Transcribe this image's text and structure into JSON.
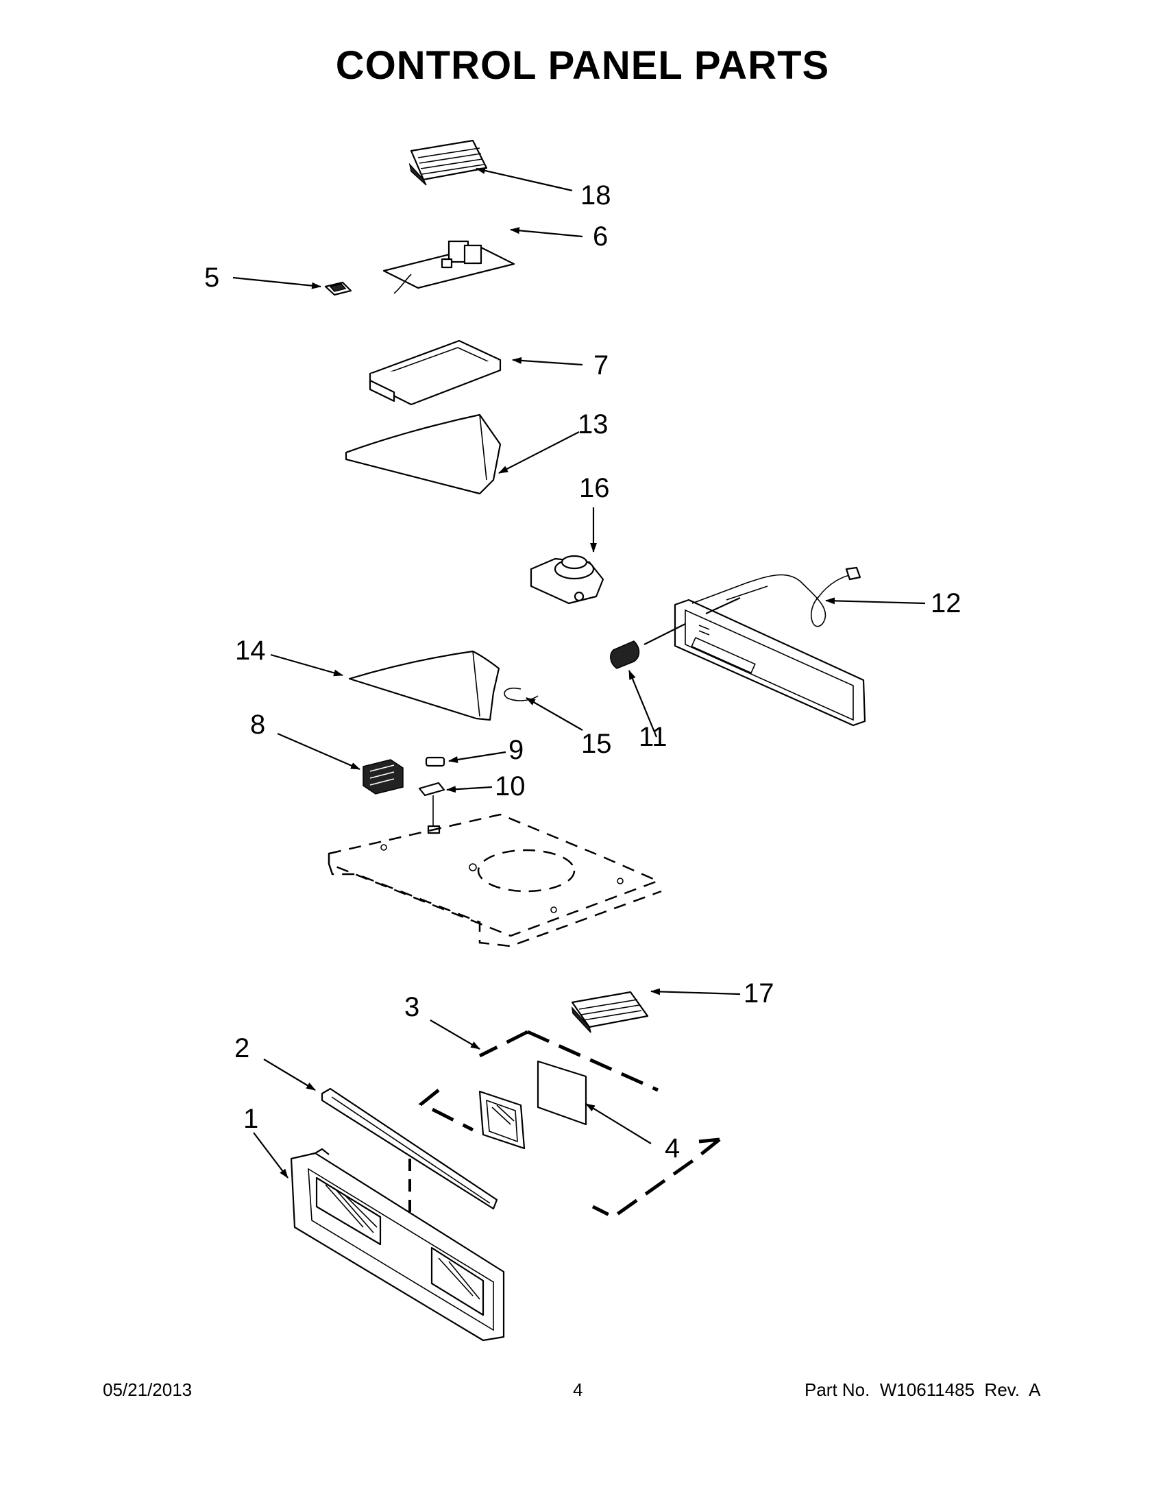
{
  "title": "CONTROL PANEL PARTS",
  "callouts": [
    "1",
    "2",
    "3",
    "4",
    "5",
    "6",
    "7",
    "8",
    "9",
    "10",
    "11",
    "12",
    "13",
    "14",
    "15",
    "16",
    "17",
    "18"
  ],
  "footer": {
    "date": "05/21/2013",
    "page": "4",
    "part_no": "Part No.  W10611485  Rev.  A"
  }
}
